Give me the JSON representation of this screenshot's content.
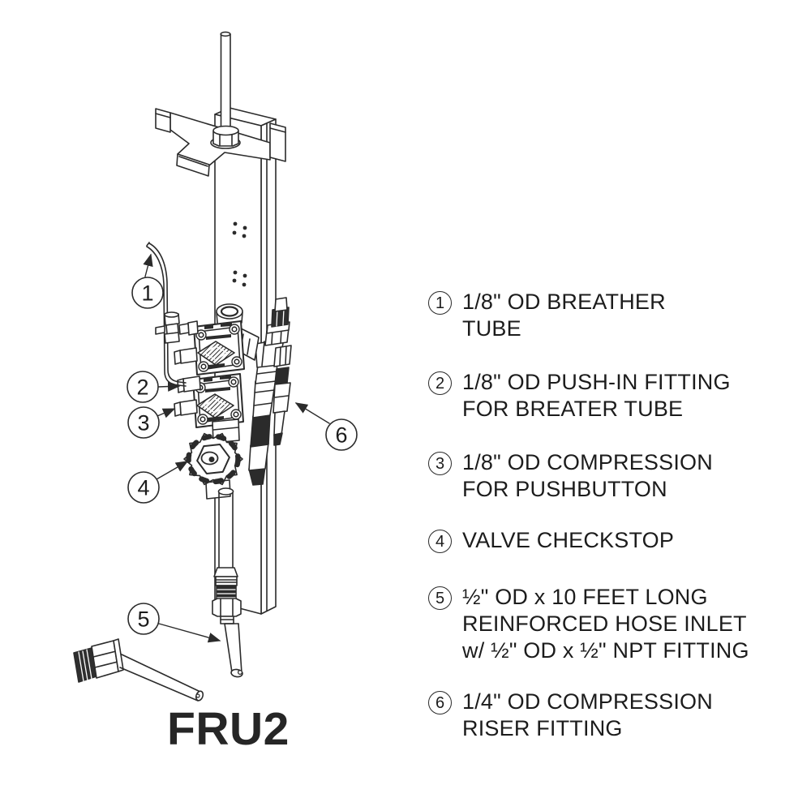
{
  "title": "FRU2",
  "colors": {
    "line": "#2b2b2b",
    "text": "#1c1c1c",
    "background": "#ffffff"
  },
  "callouts": [
    {
      "number": "1"
    },
    {
      "number": "2"
    },
    {
      "number": "3"
    },
    {
      "number": "4"
    },
    {
      "number": "5"
    },
    {
      "number": "6"
    }
  ],
  "legend": {
    "items": [
      {
        "number": "1",
        "lines": [
          "1/8\" OD BREATHER",
          "TUBE"
        ]
      },
      {
        "number": "2",
        "lines": [
          "1/8\" OD PUSH-IN FITTING",
          "FOR BREATER TUBE"
        ]
      },
      {
        "number": "3",
        "lines": [
          "1/8\" OD COMPRESSION",
          "FOR PUSHBUTTON"
        ]
      },
      {
        "number": "4",
        "lines": [
          "VALVE CHECKSTOP"
        ]
      },
      {
        "number": "5",
        "lines": [
          "½\" OD x 10 FEET LONG",
          "REINFORCED HOSE INLET",
          "w/ ½\" OD x ½\" NPT FITTING"
        ]
      },
      {
        "number": "6",
        "lines": [
          "1/4\" OD COMPRESSION",
          "RISER FITTING"
        ]
      }
    ]
  }
}
